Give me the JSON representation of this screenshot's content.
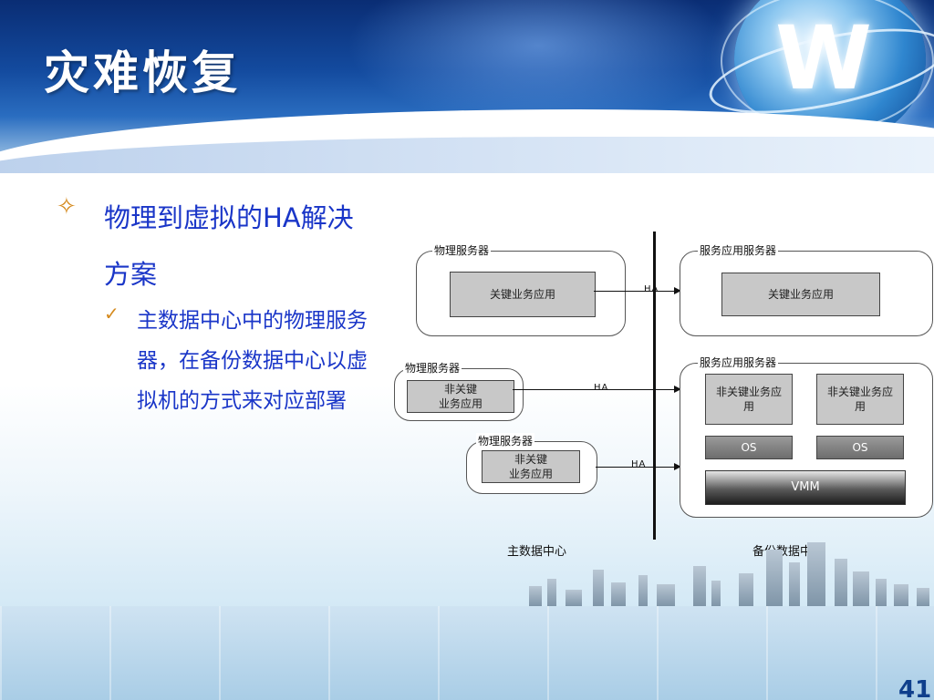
{
  "slide": {
    "title": "灾难恢复",
    "page_number": "41"
  },
  "bullets": {
    "main_marker": "✧",
    "main_text": "物理到虚拟的HA解决方案",
    "sub_marker": "✓",
    "sub_text": "主数据中心中的物理服务器，在备份数据中心以虚拟机的方式来对应部署"
  },
  "diagram": {
    "primary_dc_label": "主数据中心",
    "backup_dc_label": "备份数据中心",
    "ha_label": "HA",
    "left": {
      "group1": {
        "label": "物理服务器",
        "app": "关键业务应用"
      },
      "group2": {
        "label": "物理服务器",
        "app": "非关键\n业务应用"
      },
      "group3": {
        "label": "物理服务器",
        "app": "非关键\n业务应用"
      }
    },
    "right": {
      "group1": {
        "label": "服务应用服务器",
        "app": "关键业务应用"
      },
      "group2": {
        "label": "服务应用服务器",
        "app1": "非关键业务应\n用",
        "app2": "非关键业务应\n用",
        "os1": "OS",
        "os2": "OS",
        "vmm": "VMM"
      }
    }
  }
}
